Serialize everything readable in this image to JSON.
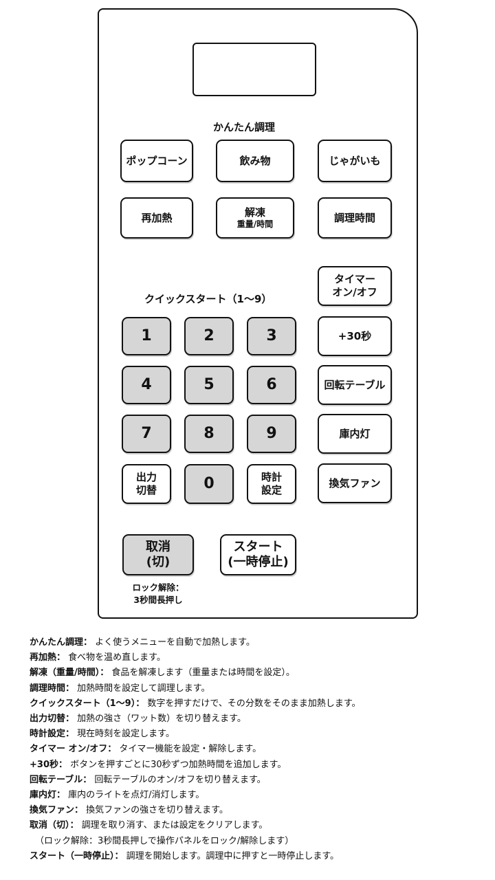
{
  "panel": {
    "section_quick_cook": "かんたん調理",
    "section_quick_start": "クイックスタート（1～9）",
    "lock_note_line1": "ロック解除：",
    "lock_note_line2": "3秒間長押し"
  },
  "buttons": {
    "popcorn": "ポップコーン",
    "drinks": "飲み物",
    "potato": "じゃがいも",
    "reheat": "再加熱",
    "defrost": "解凍",
    "defrost_sub": "重量/時間",
    "cook_time": "調理時間",
    "timer_l1": "タイマー",
    "timer_l2": "オン/オフ",
    "plus30": "+30秒",
    "turntable": "回転テーブル",
    "light": "庫内灯",
    "fan": "換気ファン",
    "power_l1": "出力",
    "power_l2": "切替",
    "clock_l1": "時計",
    "clock_l2": "設定",
    "cancel_l1": "取消",
    "cancel_l2": "(切)",
    "start_l1": "スタート",
    "start_l2": "(一時停止)",
    "digits": [
      "1",
      "2",
      "3",
      "4",
      "5",
      "6",
      "7",
      "8",
      "9",
      "0"
    ]
  },
  "legend": [
    {
      "term": "かんたん調理：",
      "desc": " よく使うメニューを自動で加熱します。"
    },
    {
      "term": "再加熱：",
      "desc": " 食べ物を温め直します。"
    },
    {
      "term": "解凍（重量/時間）：",
      "desc": " 食品を解凍します（重量または時間を設定）。"
    },
    {
      "term": "調理時間：",
      "desc": " 加熱時間を設定して調理します。"
    },
    {
      "term": "クイックスタート（1～9）：",
      "desc": " 数字を押すだけで、その分数をそのまま加熱します。"
    },
    {
      "term": "出力切替：",
      "desc": " 加熱の強さ（ワット数）を切り替えます。"
    },
    {
      "term": "時計設定：",
      "desc": " 現在時刻を設定します。"
    },
    {
      "term": "タイマー オン/オフ：",
      "desc": " タイマー機能を設定・解除します。"
    },
    {
      "term": "+30秒：",
      "desc": " ボタンを押すごとに30秒ずつ加熱時間を追加します。"
    },
    {
      "term": "回転テーブル：",
      "desc": " 回転テーブルのオン/オフを切り替えます。"
    },
    {
      "term": "庫内灯：",
      "desc": " 庫内のライトを点灯/消灯します。"
    },
    {
      "term": "換気ファン：",
      "desc": " 換気ファンの強さを切り替えます。"
    },
    {
      "term": "取消（切）：",
      "desc": " 調理を取り消す、または設定をクリアします。"
    },
    {
      "term": "",
      "desc": "（ロック解除：3秒間長押しで操作パネルをロック/解除します）"
    },
    {
      "term": "スタート（一時停止）：",
      "desc": " 調理を開始します。調理中に押すと一時停止します。"
    }
  ]
}
